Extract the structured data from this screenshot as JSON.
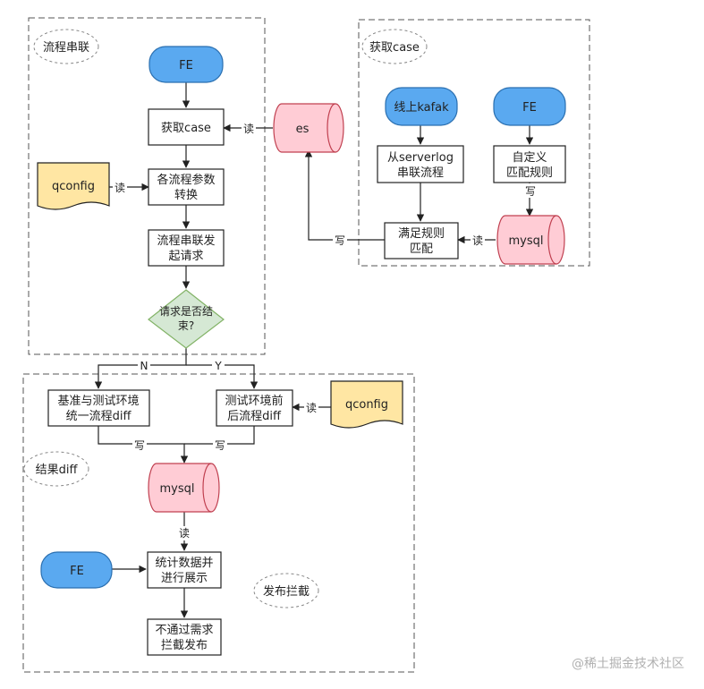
{
  "regions": {
    "process_chain": "流程串联",
    "get_case": "获取case",
    "result_diff": "结果diff",
    "release_block": "发布拦截"
  },
  "nodes": {
    "fe_top": "FE",
    "get_case": "获取case",
    "es": "es",
    "qconfig_top": "qconfig",
    "param_convert": [
      "各流程参数",
      "转换"
    ],
    "chain_request": [
      "流程串联发",
      "起请求"
    ],
    "request_done": [
      "请求是否结",
      "束?"
    ],
    "online_kafka": "线上kafak",
    "fe_right": "FE",
    "serverlog_chain": [
      "从serverlog",
      "串联流程"
    ],
    "custom_rule": [
      "自定义",
      "匹配规则"
    ],
    "match_rule": [
      "满足规则",
      "匹配"
    ],
    "mysql_right": "mysql",
    "baseline_diff": [
      "基准与测试环境",
      "统一流程diff"
    ],
    "test_env_diff": [
      "测试环境前",
      "后流程diff"
    ],
    "qconfig_bottom": "qconfig",
    "mysql_bottom": "mysql",
    "fe_bottom": "FE",
    "stats_display": [
      "统计数据并",
      "进行展示"
    ],
    "block_release": [
      "不通过需求",
      "拦截发布"
    ]
  },
  "edge_labels": {
    "read": "读",
    "write": "写",
    "no": "N",
    "yes": "Y"
  },
  "watermark": "@稀土掘金技术社区",
  "colors": {
    "fe_fill": "#5aa9f0",
    "db_fill": "#ffccd5",
    "db_stroke": "#c04050",
    "decision_fill": "#d5e8d4",
    "decision_stroke": "#82b366",
    "config_fill": "#ffe6a3"
  }
}
